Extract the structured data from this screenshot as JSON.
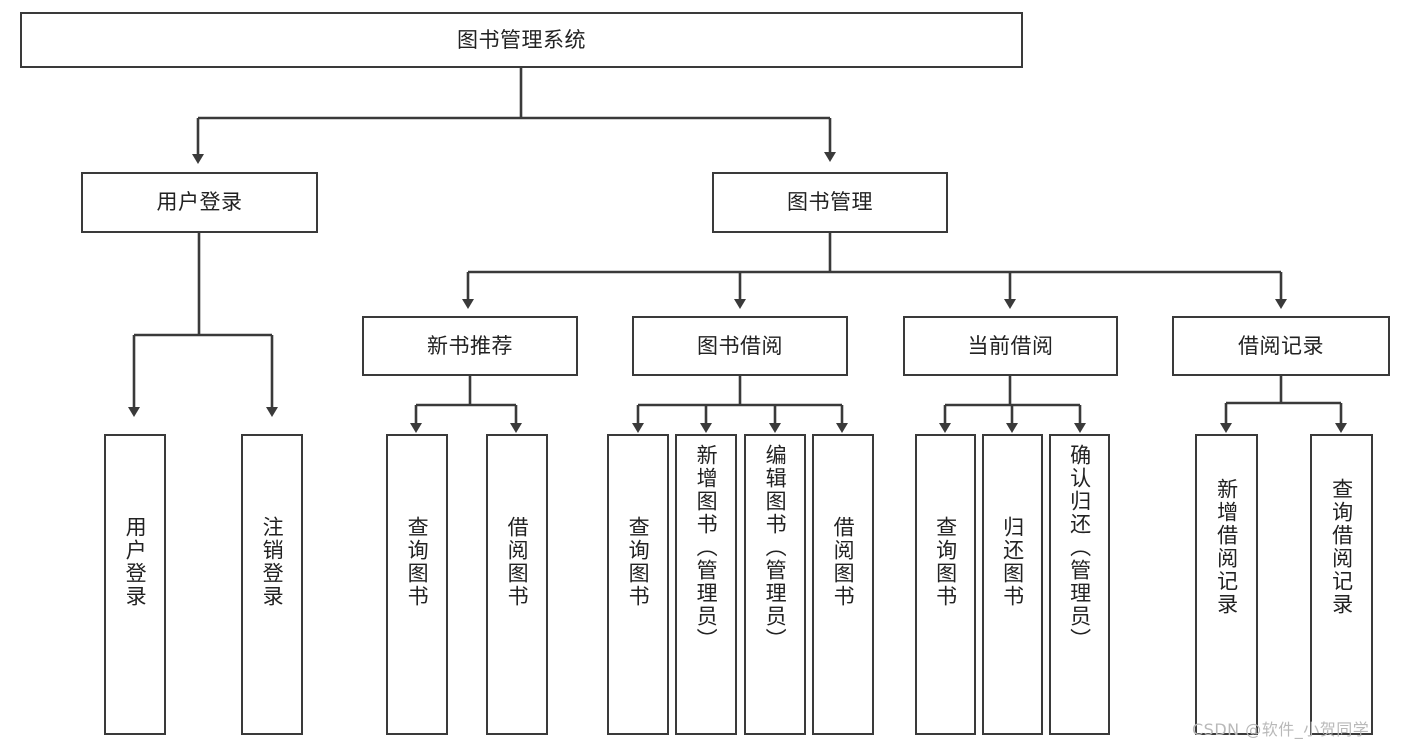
{
  "diagram": {
    "title": "图书管理系统",
    "type": "tree-hierarchy-diagram",
    "colors": {
      "background": "#ffffff",
      "stroke": "#3a3a3a",
      "text": "#222222",
      "watermark": "#b9b9b9"
    },
    "root": {
      "label": "图书管理系统"
    },
    "level1": [
      {
        "label": "用户登录"
      },
      {
        "label": "图书管理"
      }
    ],
    "level2": [
      {
        "label": "新书推荐"
      },
      {
        "label": "图书借阅"
      },
      {
        "label": "当前借阅"
      },
      {
        "label": "借阅记录"
      }
    ],
    "leaves": {
      "user_login": [
        {
          "label": "用户登录"
        },
        {
          "label": "注销登录"
        }
      ],
      "new_book_recommend": [
        {
          "label": "查询图书"
        },
        {
          "label": "借阅图书"
        }
      ],
      "book_borrow": [
        {
          "label": "查询图书"
        },
        {
          "label": "新增图书（管理员）"
        },
        {
          "label": "编辑图书（管理员）"
        },
        {
          "label": "借阅图书"
        }
      ],
      "current_borrow": [
        {
          "label": "查询图书"
        },
        {
          "label": "归还图书"
        },
        {
          "label": "确认归还（管理员）"
        }
      ],
      "borrow_record": [
        {
          "label": "新增借阅记录"
        },
        {
          "label": "查询借阅记录"
        }
      ]
    }
  },
  "watermark": {
    "text": "CSDN @软件_小贺同学"
  }
}
